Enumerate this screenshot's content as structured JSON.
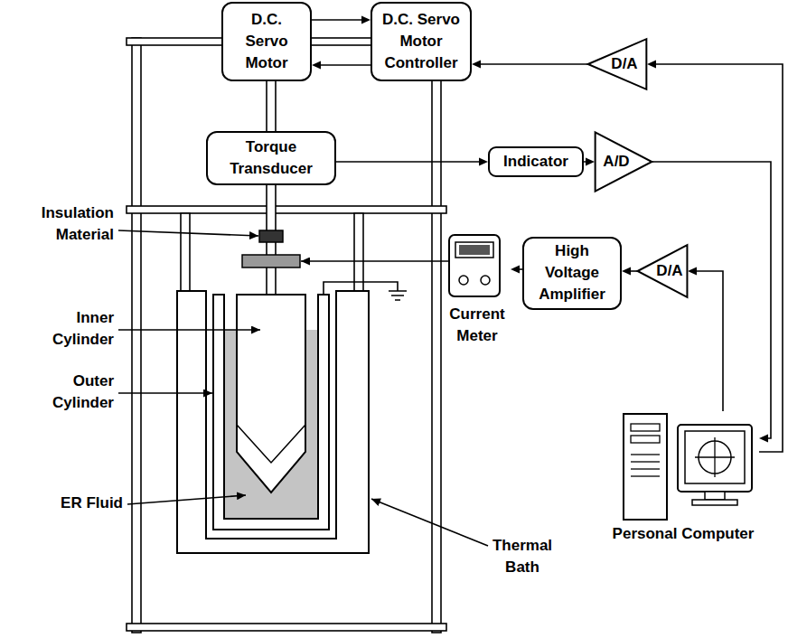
{
  "diagram": {
    "nodes": [
      {
        "text": [
          "D.C. Servo Motor"
        ]
      },
      {
        "text": [
          "D.C. Servo Motor Controller"
        ]
      },
      {
        "text": [
          "D/A"
        ]
      },
      {
        "text": [
          "Torque Transducer"
        ]
      },
      {
        "text": [
          "Indicator"
        ]
      },
      {
        "text": [
          "A/D"
        ]
      },
      {
        "text": [
          "High Voltage Amplifier"
        ]
      },
      {
        "text": [
          "D/A"
        ]
      },
      {
        "text": [
          "Current Meter"
        ]
      },
      {
        "text": [
          "Personal Computer"
        ]
      }
    ],
    "edges": [
      {
        "from": 0,
        "to": 1,
        "arrow": "to"
      },
      {
        "from": 1,
        "to": 0,
        "arrow": "to"
      },
      {
        "from": 2,
        "to": 1,
        "arrow": "to"
      },
      {
        "from": 9,
        "to": 2,
        "arrow": "to"
      },
      {
        "from": 3,
        "to": 4,
        "arrow": "to"
      },
      {
        "from": 4,
        "to": 5,
        "arrow": "to"
      },
      {
        "from": 5,
        "to": 9,
        "arrow": "to"
      },
      {
        "from": 9,
        "to": 7,
        "arrow": "to"
      },
      {
        "from": 7,
        "to": 6,
        "arrow": "to"
      },
      {
        "from": 6,
        "to": 8,
        "arrow": "to"
      }
    ],
    "labels": [
      "Insulation Material",
      "Inner Cylinder",
      "Outer Cylinder",
      "ER Fluid",
      "Thermal Bath"
    ]
  }
}
